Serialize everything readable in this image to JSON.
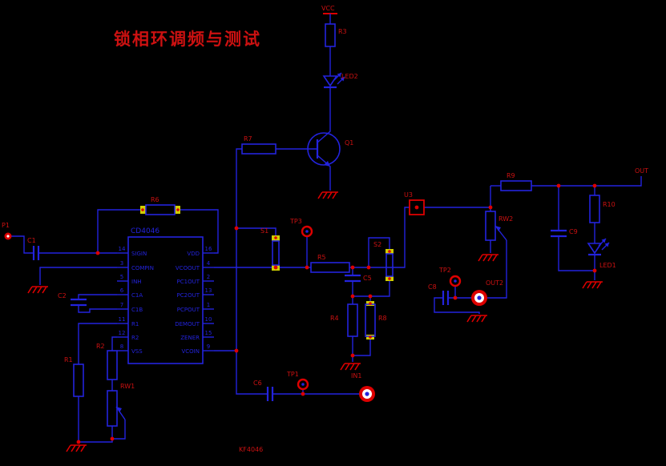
{
  "title": "锁相环调频与测试",
  "sheet_label": "KF4046",
  "ports": {
    "vcc": "VCC",
    "out": "OUT"
  },
  "ic": {
    "name": "CD4046",
    "left_pins": [
      {
        "num": "14",
        "name": "SIGIN"
      },
      {
        "num": "3",
        "name": "COMPIN"
      },
      {
        "num": "5",
        "name": "INH"
      },
      {
        "num": "6",
        "name": "C1A"
      },
      {
        "num": "7",
        "name": "C1B"
      },
      {
        "num": "11",
        "name": "R1"
      },
      {
        "num": "12",
        "name": "R2"
      },
      {
        "num": "8",
        "name": "VSS"
      }
    ],
    "right_pins": [
      {
        "num": "16",
        "name": "VDD"
      },
      {
        "num": "4",
        "name": "VCOOUT"
      },
      {
        "num": "2",
        "name": "PC1OUT"
      },
      {
        "num": "13",
        "name": "PC2OUT"
      },
      {
        "num": "1",
        "name": "PCPOUT"
      },
      {
        "num": "10",
        "name": "DEMOUT"
      },
      {
        "num": "15",
        "name": "ZENER"
      },
      {
        "num": "9",
        "name": "VCOIN"
      }
    ]
  },
  "components": {
    "p1": "P1",
    "c1": "C1",
    "c2": "C2",
    "r1": "R1",
    "r2": "R2",
    "rw1": "RW1",
    "r6": "R6",
    "r7": "R7",
    "r3": "R3",
    "led2": "LED2",
    "q1": "Q1",
    "s1": "S1",
    "tp3": "TP3",
    "r5": "R5",
    "c5": "C5",
    "r4": "R4",
    "r8": "R8",
    "s2": "S2",
    "c6": "C6",
    "tp1": "TP1",
    "in1": "IN1",
    "u3": "U3",
    "r9": "R9",
    "rw2": "RW2",
    "tp2": "TP2",
    "c8": "C8",
    "out2": "OUT2",
    "c9": "C9",
    "r10": "R10",
    "led1": "LED1"
  },
  "colors": {
    "background": "#000000",
    "wire": "#2323dd",
    "label": "#cc1111",
    "accent": "#dd0000",
    "highlight": "#cfcf00",
    "connector_inner": "#ffffff"
  }
}
